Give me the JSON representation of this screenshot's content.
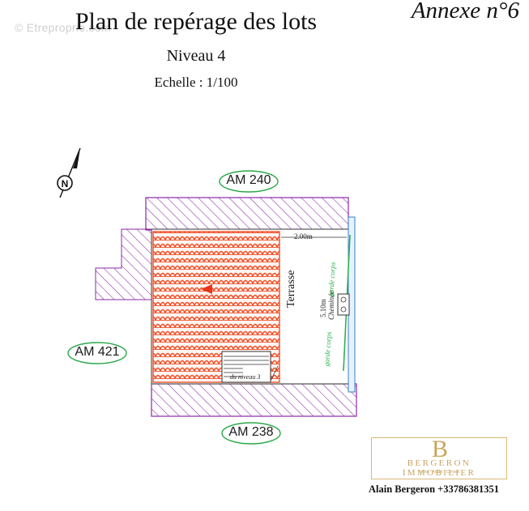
{
  "header": {
    "title": "Plan de repérage des lots",
    "level": "Niveau 4",
    "scale": "Echelle : 1/100",
    "annex": "Annexe n°6",
    "watermark": "© Etreproprio.com"
  },
  "parcels": {
    "top": "AM 240",
    "left": "AM 421",
    "bottom": "AM 238"
  },
  "plan": {
    "terrace_label": "Terrasse",
    "dimension_top": "2.00m",
    "dimension_terrace": "5.10m",
    "chimney_label": "Cheminée",
    "guardrail_label": "garde corps",
    "stair_label": "du niveau 3"
  },
  "branding": {
    "logo_letter": "B",
    "agency_name": "BERGERON IMMOBILIER",
    "agency_tagline": "Vente · Achat · Conseil",
    "contact": "Alain Bergeron +33786381351"
  },
  "colors": {
    "hatch": "#8a2aa8",
    "roof": "#f0522b",
    "parcel_oval": "#2aa84a",
    "guardrail": "#2fb04f",
    "gold": "#c9a45e"
  }
}
